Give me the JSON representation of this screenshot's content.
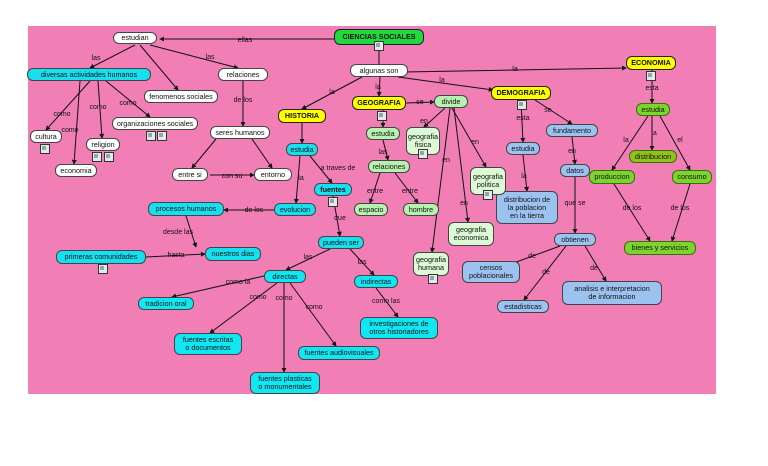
{
  "title": "CIENCIAS SOCIALES",
  "nodes": {
    "ciencias_sociales": "CIENCIAS SOCIALES",
    "estudian": "estudian",
    "diversas": "diversas actividades humanos",
    "relaciones1": "relaciones",
    "fenomenos": "fenomenos sociales",
    "algunas_son": "algunas son",
    "economia_top": "ECONOMIA",
    "estudia_econ": "estudia",
    "distribucion": "distribucion",
    "produccion": "produccion",
    "consumo": "consumo",
    "bienes": "bienes y servicios",
    "demografia": "DEMOGRAFIA",
    "fundamento": "fundamento",
    "estudia_demo": "estudia",
    "datos": "datos",
    "distribucion_pob": "distribucion de\nla poblacion\nen la tierra",
    "obtienen": "obtienen",
    "censos": "censos\npoblacionales",
    "estadisticas": "estadisticas",
    "analisis": "analisis e interpretacion\nde informacion",
    "geografia": "GEOGRAFIA",
    "divide": "divide",
    "estudia_geo": "estudia",
    "relaciones2": "relaciones",
    "espacio": "espacio",
    "hombre": "hombre",
    "geo_fisica": "geografia\nfisica",
    "geo_politica": "geografia\npolitica",
    "geo_economica": "geografia\neconomica",
    "geo_humana": "geografia\nhumana",
    "historia": "HISTORIA",
    "estudia_hist": "estudia",
    "evolucion": "evolucion",
    "procesos": "procesos humanos",
    "primeras": "primeras comunidades",
    "nuestros": "nuestros dias",
    "fuentes": "fuentes",
    "pueden_ser": "pueden ser",
    "directas": "directas",
    "indirectas": "indirectas",
    "investigaciones": "investigaciones de\notros historiadores",
    "tradicion": "tradicion oral",
    "escritas": "fuentes escritas\no documentos",
    "audiovisuales": "fuentes audiovisuales",
    "plasticas": "fuentes plasticas\no monumentales",
    "cultura": "cultura",
    "religion": "religion",
    "economia_low": "economia",
    "organizaciones": "organizaciones sociales",
    "seres_humanos": "seres humanos",
    "entre_si": "entre si",
    "entorno": "entorno"
  },
  "links": {
    "ellas": "ellas",
    "las": "las",
    "la": "la",
    "como": "como",
    "de_los": "de los",
    "con_su": "con su",
    "esta": "esta",
    "el": "el",
    "se": "se",
    "en": "en",
    "que_se": "que se",
    "de": "de",
    "entre": "entre",
    "a_traves_de": "a traves de",
    "desde_las": "desde las",
    "hasta": "hasta",
    "que": "que",
    "como_la": "como la",
    "como_las": "como las"
  }
}
